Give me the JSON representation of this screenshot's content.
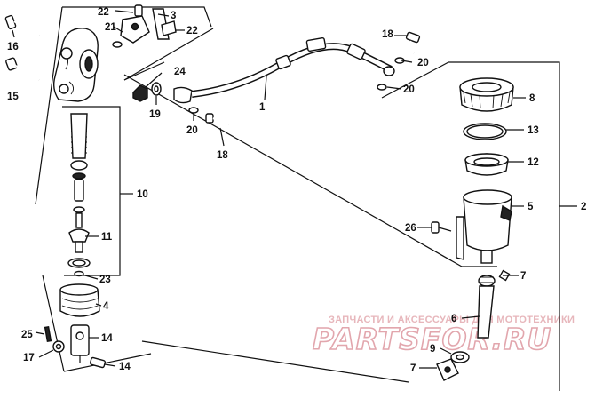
{
  "callouts": [
    {
      "id": "c1",
      "text": "1"
    },
    {
      "id": "c2",
      "text": "2"
    },
    {
      "id": "c3",
      "text": "3"
    },
    {
      "id": "c4",
      "text": "4"
    },
    {
      "id": "c5",
      "text": "5"
    },
    {
      "id": "c6",
      "text": "6"
    },
    {
      "id": "c7a",
      "text": "7"
    },
    {
      "id": "c7b",
      "text": "7"
    },
    {
      "id": "c8",
      "text": "8"
    },
    {
      "id": "c9",
      "text": "9"
    },
    {
      "id": "c10",
      "text": "10"
    },
    {
      "id": "c11",
      "text": "11"
    },
    {
      "id": "c12",
      "text": "12"
    },
    {
      "id": "c13",
      "text": "13"
    },
    {
      "id": "c14",
      "text": "14"
    },
    {
      "id": "c15",
      "text": "15"
    },
    {
      "id": "c16",
      "text": "16"
    },
    {
      "id": "c17",
      "text": "17"
    },
    {
      "id": "c18a",
      "text": "18"
    },
    {
      "id": "c18b",
      "text": "18"
    },
    {
      "id": "c19",
      "text": "19"
    },
    {
      "id": "c20a",
      "text": "20"
    },
    {
      "id": "c20b",
      "text": "20"
    },
    {
      "id": "c20c",
      "text": "20"
    },
    {
      "id": "c20d",
      "text": "20"
    },
    {
      "id": "c21",
      "text": "21"
    },
    {
      "id": "c22a",
      "text": "22"
    },
    {
      "id": "c22b",
      "text": "22"
    },
    {
      "id": "c23",
      "text": "23"
    },
    {
      "id": "c24",
      "text": "24"
    },
    {
      "id": "c25",
      "text": "25"
    },
    {
      "id": "c26",
      "text": "26"
    }
  ],
  "watermark": {
    "subtitle": "ЗАПЧАСТИ И АКСЕССУАРЫ ДЛЯ МОТОТЕХНИКИ",
    "brand": "PARTSFOR.RU"
  },
  "colors": {
    "ink": "#111111",
    "watermark": "#e2a6ad"
  }
}
